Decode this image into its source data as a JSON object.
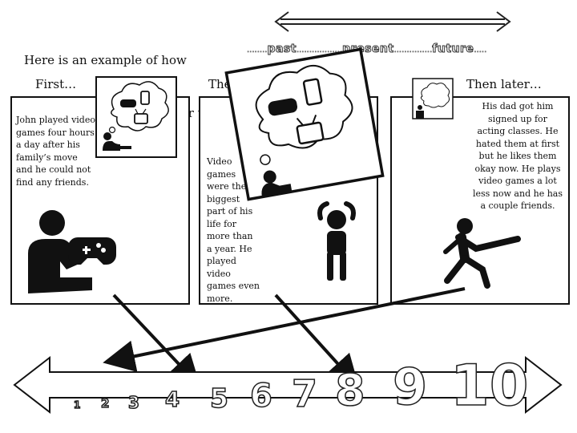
{
  "header": {
    "line1": "Here is an example of how",
    "line2": " a problem can change over time."
  },
  "timeline_labels": {
    "past": "past",
    "present": "present",
    "future": "future"
  },
  "panels": {
    "first": {
      "heading": "First…",
      "text": "John played video games four hours a day after his family’s move and he could not find any friends."
    },
    "then": {
      "heading": "Then…",
      "text": "Video games were the biggest part of his life for more than a year. He played video games even more."
    },
    "later": {
      "heading": "Then later…",
      "text": "His dad got him signed up for acting classes. He hated them at first but he likes them okay now. He plays video games a lot less now and he has a couple friends."
    }
  },
  "scale": {
    "numbers": [
      "1",
      "2",
      "3",
      "4",
      "5",
      "6",
      "7",
      "8",
      "9",
      "10"
    ]
  }
}
